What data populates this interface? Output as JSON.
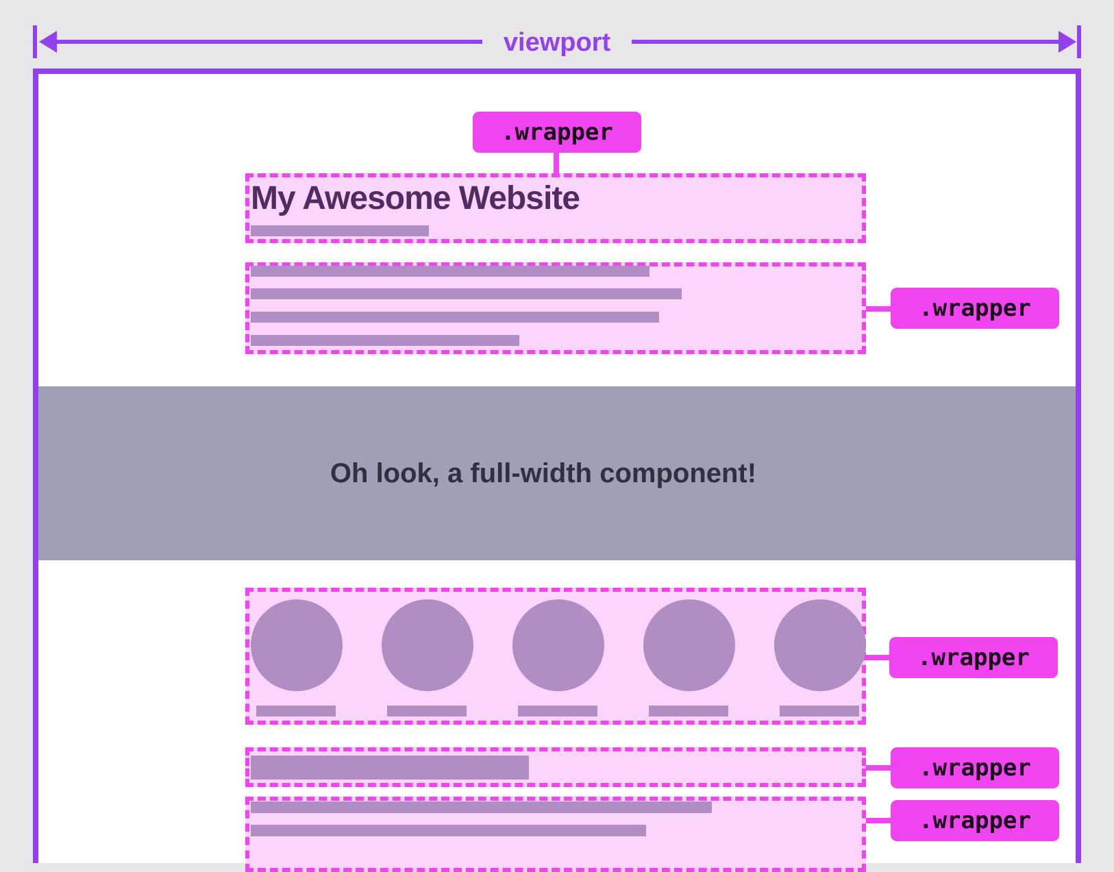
{
  "viewport": {
    "label": "viewport"
  },
  "site": {
    "title": "My Awesome Website"
  },
  "full_width": {
    "text": "Oh look, a full-width component!"
  },
  "wrapper_tags": {
    "top": ".wrapper",
    "text_block": ".wrapper",
    "circles": ".wrapper",
    "single_bar": ".wrapper",
    "bottom": ".wrapper"
  },
  "colors": {
    "viewport": "#9341ee",
    "wrapper": "#f044f0",
    "wrapper_fill": "#fbd5fb",
    "placeholder": "#b08ec4",
    "full_width_band": "#9ea0b5"
  }
}
